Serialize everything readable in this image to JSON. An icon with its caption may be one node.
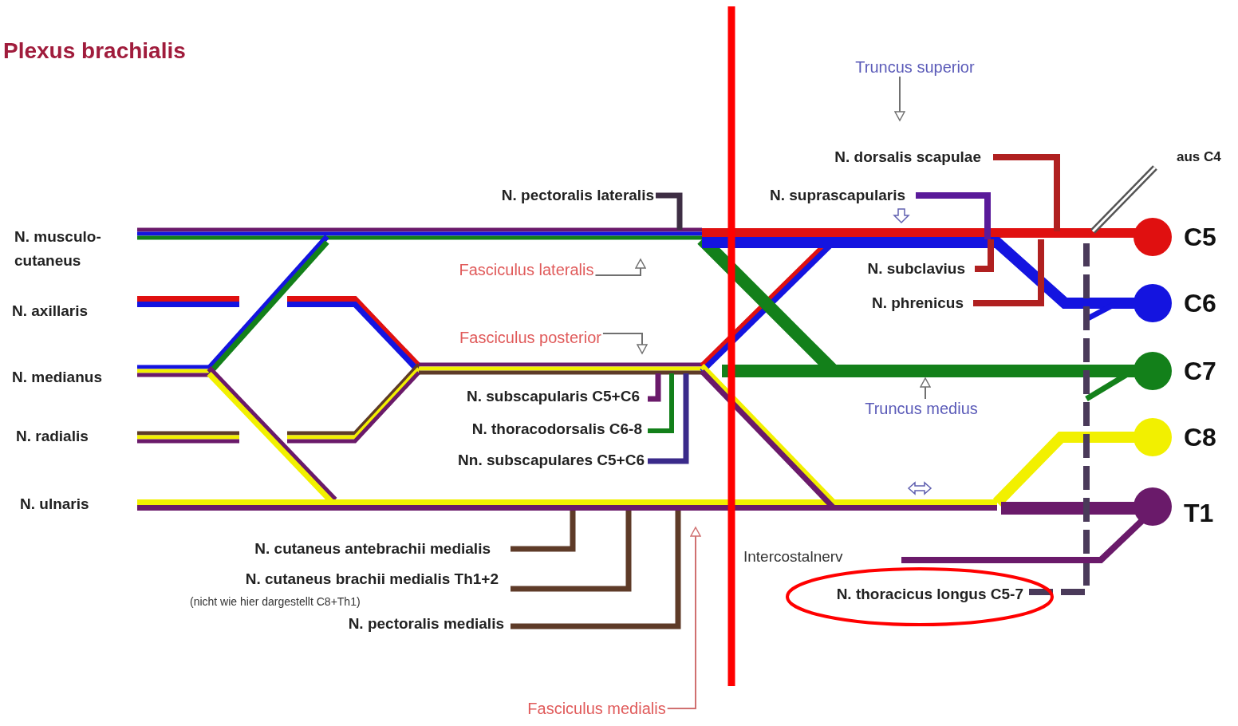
{
  "diagram": {
    "title": "Plexus brachialis",
    "nodes": [
      {
        "text": [
          "Truncus superior"
        ]
      },
      {
        "text": [
          "Fasciculus lateralis"
        ]
      },
      {
        "text": [
          "Fasciculus posterior"
        ]
      },
      {
        "text": [
          "Truncus medius"
        ]
      },
      {
        "text": [
          "Fasciculus medialis"
        ]
      }
    ],
    "edges": [
      {
        "from": 0,
        "to": null,
        "arrow": "to"
      },
      {
        "from": 1,
        "to": null,
        "arrow": "to"
      },
      {
        "from": 2,
        "to": null,
        "arrow": "to"
      },
      {
        "from": 3,
        "to": null,
        "arrow": "to"
      },
      {
        "from": 4,
        "to": null,
        "arrow": "to",
        "color": "#d07070"
      }
    ],
    "labels": [
      "N. dorsalis scapulae",
      "aus C4",
      "N. pectoralis lateralis",
      "N. suprascapularis",
      "N. musculo- cutaneus",
      "C5",
      "N. subclavius",
      "N. axillaris",
      "C6",
      "N. phrenicus",
      "N. medianus",
      "C7",
      "N. subscapularis C5+C6",
      "N. thoracodorsalis C6-8",
      "N. radialis",
      "Nn. subscapulares C5+C6",
      "C8",
      "N. ulnaris",
      "T1",
      "N. cutaneus antebrachii medialis",
      "Intercostalnerv",
      "N. cutaneus brachii medialis Th1+2",
      "(nicht wie hier dargestellt C8+Th1)",
      "N. thoracicus longus C5-7",
      "N. pectoralis medialis"
    ]
  }
}
